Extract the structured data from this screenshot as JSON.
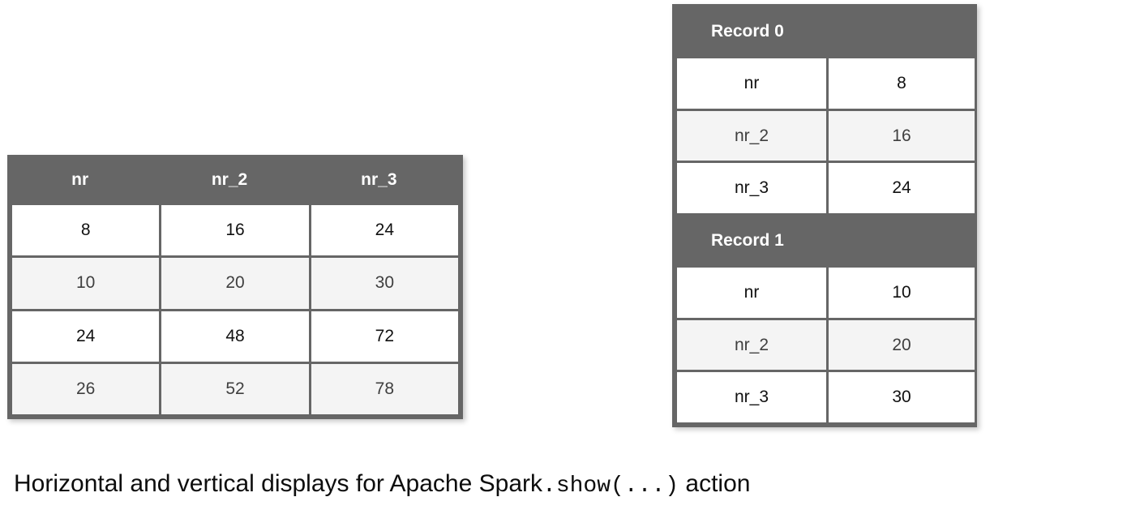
{
  "caption": {
    "text_before": "Horizontal and vertical displays for Apache Spark",
    "code": ".show(...)",
    "text_after": "action"
  },
  "horizontal_table": {
    "name": "horizontal-display",
    "columns": [
      "nr",
      "nr_2",
      "nr_3"
    ],
    "rows": [
      [
        "8",
        "16",
        "24"
      ],
      [
        "10",
        "20",
        "30"
      ],
      [
        "24",
        "48",
        "72"
      ],
      [
        "26",
        "52",
        "78"
      ]
    ]
  },
  "vertical_table": {
    "name": "vertical-display",
    "records": [
      {
        "header": "Record 0",
        "fields": [
          {
            "key": "nr",
            "value": "8"
          },
          {
            "key": "nr_2",
            "value": "16"
          },
          {
            "key": "nr_3",
            "value": "24"
          }
        ]
      },
      {
        "header": "Record 1",
        "fields": [
          {
            "key": "nr",
            "value": "10"
          },
          {
            "key": "nr_2",
            "value": "20"
          },
          {
            "key": "nr_3",
            "value": "30"
          }
        ]
      }
    ]
  },
  "colors": {
    "header_bg": "#666666",
    "border": "#666666",
    "row_bg": "#ffffff",
    "row_alt_bg": "#f4f4f4",
    "header_text": "#ffffff",
    "cell_text": "#111111",
    "cell_alt_text": "#3f3f3f",
    "page_bg": "#ffffff"
  }
}
